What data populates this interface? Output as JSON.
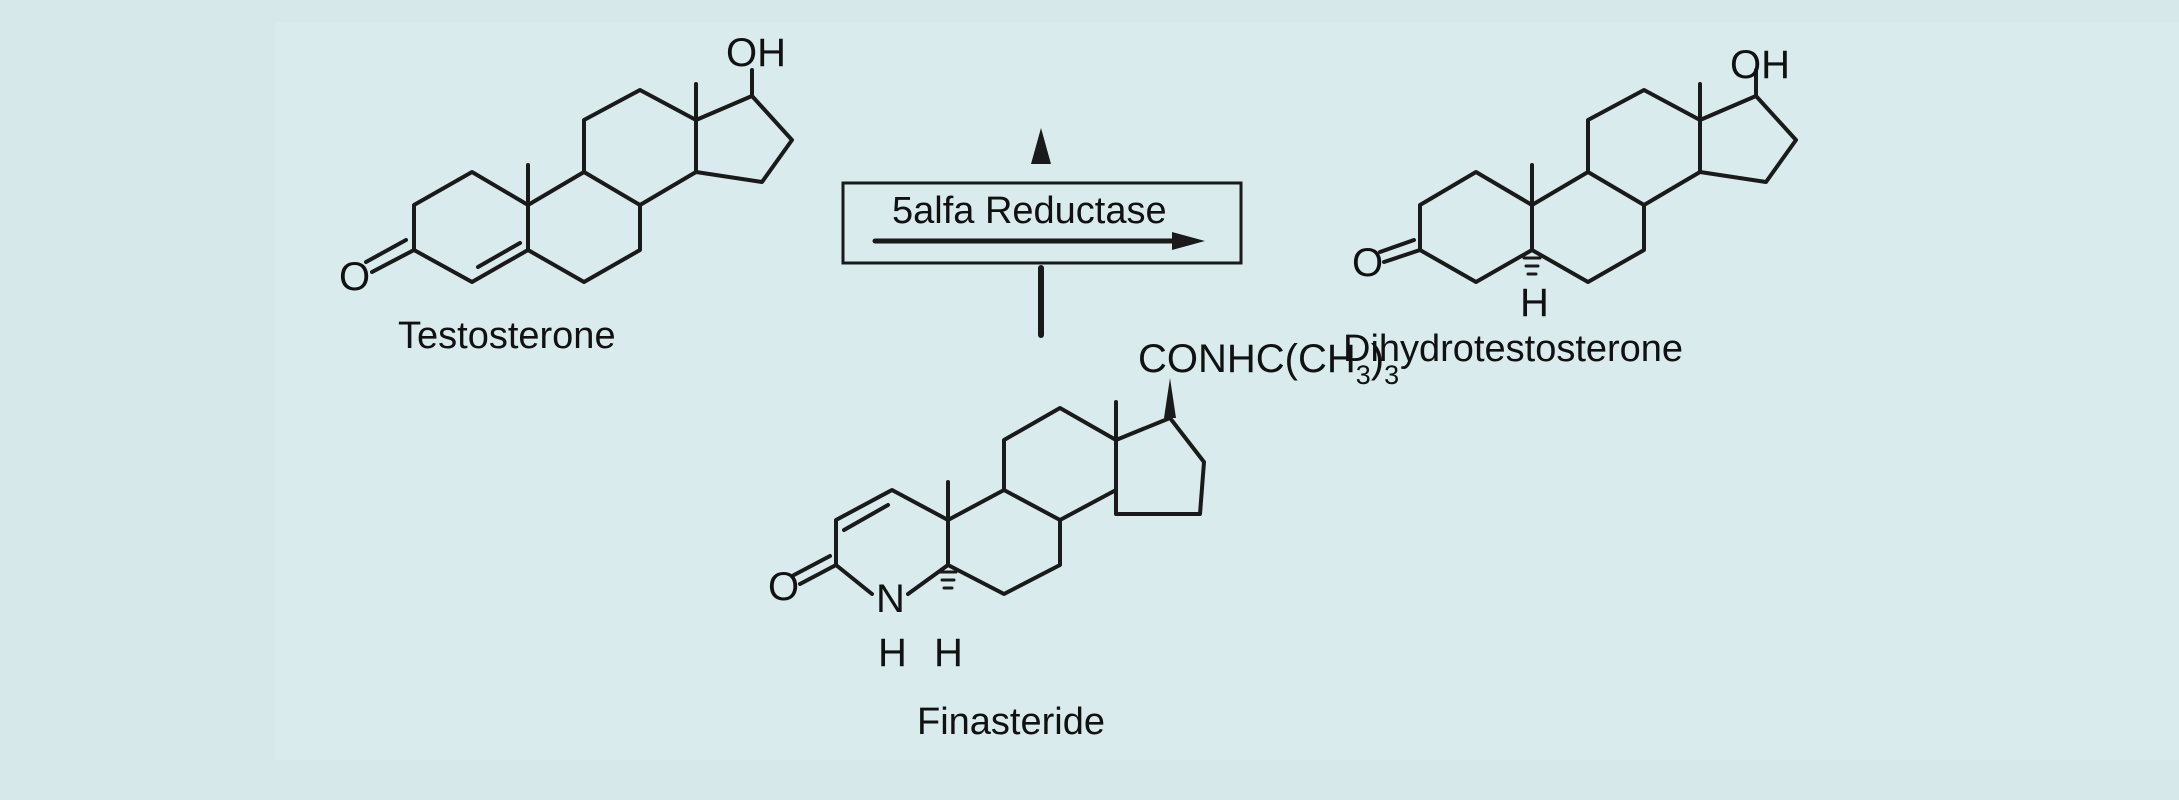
{
  "molecules": {
    "testosterone": {
      "name": "Testosterone",
      "hydroxyl": "OH",
      "ketone_o": "O"
    },
    "dihydrotestosterone": {
      "name": "Dihydrotestosterone",
      "hydroxyl": "OH",
      "ketone_o": "O",
      "hydrogen": "H"
    },
    "finasteride": {
      "name": "Finasteride",
      "substituent_main": "CONHC(CH",
      "substituent_sub": "3",
      "substituent_close": ")",
      "substituent_sub2": "3",
      "lactam_o": "O",
      "nitrogen": "N",
      "n_hydrogen": "H",
      "c5_hydrogen": "H"
    }
  },
  "enzyme_box": {
    "label": "5alfa Reductase"
  },
  "colors": {
    "background": "#d6e8ea",
    "ink": "#111111"
  }
}
